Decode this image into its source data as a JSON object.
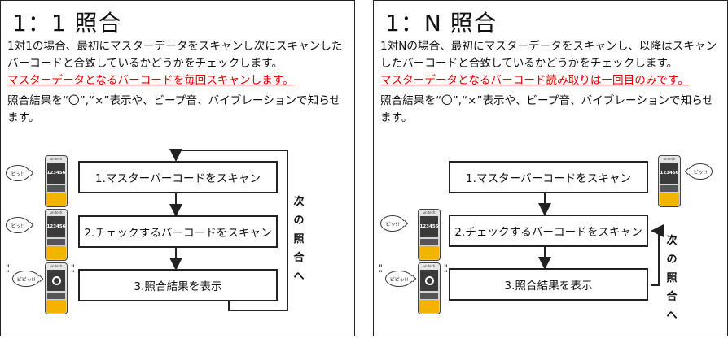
{
  "left": {
    "title": "1：1 照合",
    "desc1": "1対1の場合、最初にマスターデータをスキャンし次にスキャンしたバーコードと合致しているかどうかをチェックします。",
    "desc_red": "マスターデータとなるバーコードを毎回スキャンします。",
    "desc2": "照合結果を“〇”,“×”表示や、ビープ音、バイブレーションで知らせます。",
    "step1": "1.マスターバーコードをスキャン",
    "step2": "2.チェックするバーコードをスキャン",
    "step3": "3.照合結果を表示",
    "loop_label": [
      "次",
      "の",
      "照",
      "合",
      "へ"
    ],
    "bubble1": "ピッ!!",
    "bubble2": "ピッ!!",
    "bubble3": "ピピッ!!",
    "screen1": "123456",
    "screen2": "123456"
  },
  "right": {
    "title": "1：N 照合",
    "desc1": "1対Nの場合、最初にマスターデータをスキャンし、以降はスキャンしたバーコードと合致しているかどうかをチェックします。",
    "desc_red": "マスターデータとなるバーコード読み取りは一回目のみです。",
    "desc2": "照合結果を“〇”,“×”表示や、ビープ音、バイブレーションで知らせます。",
    "step1": "1.マスターバーコードをスキャン",
    "step2": "2.チェックするバーコードをスキャン",
    "step3": "3.照合結果を表示",
    "loop_label": [
      "次",
      "の",
      "照",
      "合",
      "へ"
    ],
    "bubble1": "ピッ!!",
    "bubble2": "ピッ!!",
    "bubble3": "ピピッ!!",
    "screen1": "123456",
    "screen2": "123456"
  },
  "device_brand": "unitech",
  "colors": {
    "accent_red": "#e00000",
    "device_yellow": "#f3b400"
  }
}
